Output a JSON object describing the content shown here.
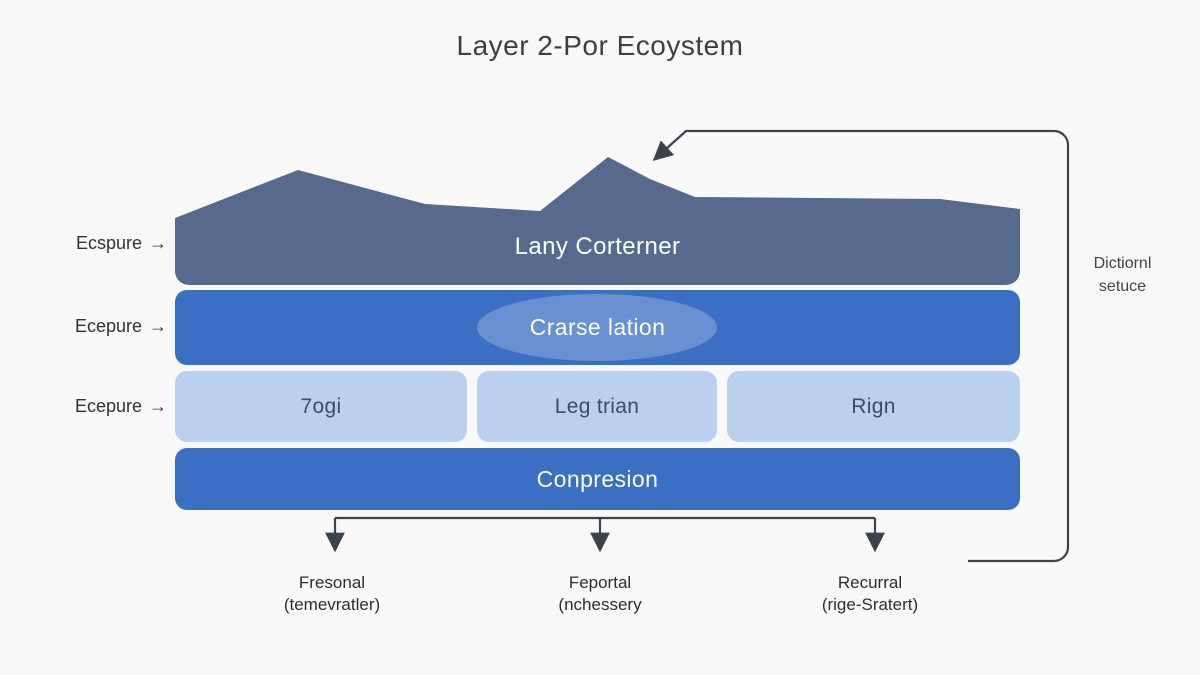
{
  "title": "Layer 2-Por Ecoystem",
  "colors": {
    "background": "#f9f9fa",
    "dark_slate": "#556a8c",
    "blue": "#3a6fc4",
    "light_blue": "#b9d1ee",
    "module_text": "#3c4c63",
    "line": "#3d434d",
    "text": "#333333"
  },
  "left_labels": [
    {
      "label": "Ecspure",
      "arrow": "→"
    },
    {
      "label": "Ecepure",
      "arrow": "→"
    },
    {
      "label": "Ecepure",
      "arrow": "→"
    }
  ],
  "layers": {
    "top": {
      "label": "Lany Corterner"
    },
    "fusion": {
      "label": "Crarse lation"
    },
    "modules": [
      {
        "label": "7ogi"
      },
      {
        "label": "Leg trian"
      },
      {
        "label": "Rign"
      }
    ],
    "compression": {
      "label": "Conpresion"
    }
  },
  "side_note": {
    "line1": "Dictiornl",
    "line2": "setuce"
  },
  "outputs": [
    {
      "line1": "Fresonal",
      "line2": "(temevratler)"
    },
    {
      "line1": "Feportal",
      "line2": "(nchessery"
    },
    {
      "line1": "Recurral",
      "line2": "(rige-Sratert)"
    }
  ]
}
